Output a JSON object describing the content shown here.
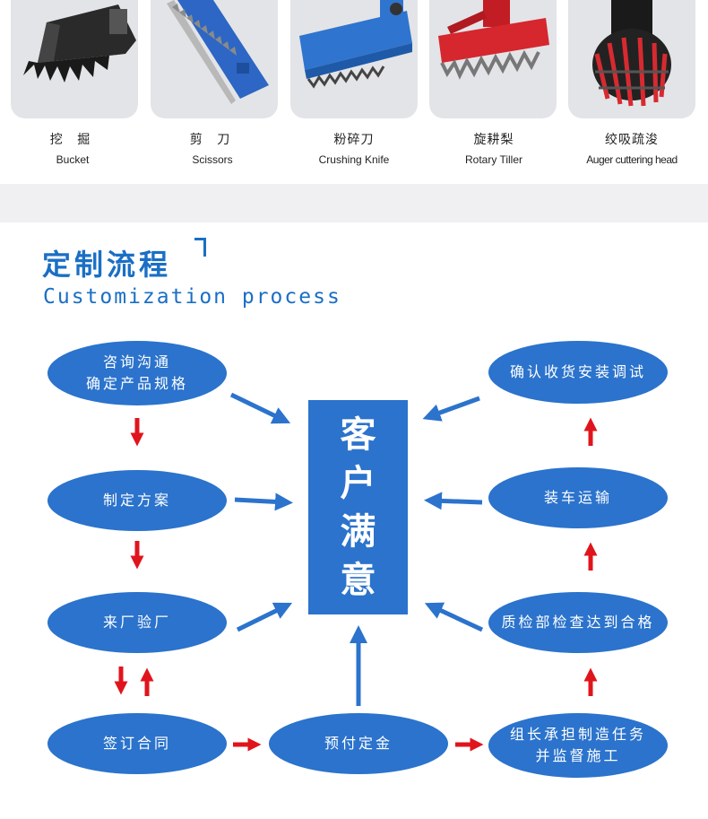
{
  "products": [
    {
      "name_cn": "挖 掘",
      "name_en": "Bucket",
      "icon": "bucket-image"
    },
    {
      "name_cn": "剪 刀",
      "name_en": "Scissors",
      "icon": "scissors-image"
    },
    {
      "name_cn": "粉碎刀",
      "name_en": "Crushing Knife",
      "icon": "crushing-knife-image"
    },
    {
      "name_cn": "旋耕梨",
      "name_en": "Rotary Tiller",
      "icon": "rotary-tiller-image"
    },
    {
      "name_cn": "绞吸疏浚",
      "name_en": "Auger cuttering head",
      "icon": "auger-head-image"
    }
  ],
  "section": {
    "title": "定制流程",
    "subtitle": "Customization process"
  },
  "colors": {
    "blue": "#2b73cc",
    "title_blue": "#1a6fc4",
    "red_arrow": "#e0151c",
    "card_bg": "#e3e4e7"
  },
  "flow": {
    "center": [
      "客",
      "户",
      "满",
      "意"
    ],
    "steps": {
      "consult": [
        "咨询沟通",
        "确定产品规格"
      ],
      "plan": "制定方案",
      "visit": "来厂验厂",
      "contract": "签订合同",
      "prepay": "预付定金",
      "produce": [
        "组长承担制造任务",
        "并监督施工"
      ],
      "inspect": "质检部检查达到合格",
      "ship": "装车运输",
      "confirm": "确认收货安装调试"
    }
  }
}
